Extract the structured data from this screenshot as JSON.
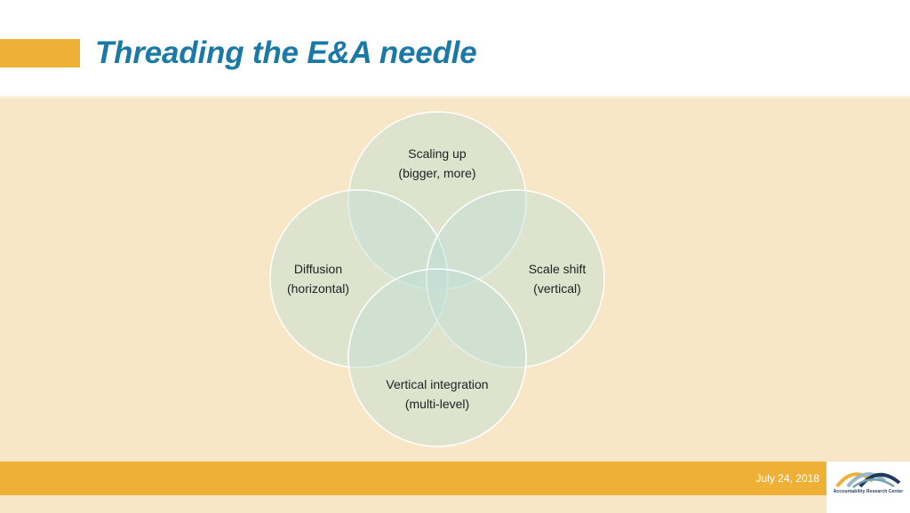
{
  "slide": {
    "title": "Threading the E&A needle"
  },
  "diagram": {
    "circles": [
      {
        "id": "top",
        "line1": "Scaling up",
        "line2": "(bigger, more)"
      },
      {
        "id": "left",
        "line1": "Diffusion",
        "line2": "(horizontal)"
      },
      {
        "id": "right",
        "line1": "Scale shift",
        "line2": "(vertical)"
      },
      {
        "id": "bottom",
        "line1": "Vertical integration",
        "line2": "(multi-level)"
      }
    ]
  },
  "footer": {
    "date": "July  24, 2018",
    "logo_text": "Accountability Research Center",
    "logo_icon": "arc-logo-icon"
  },
  "colors": {
    "accent": "#EFB036",
    "title": "#1B79A6",
    "panel": "#F7E7C6",
    "circle_fill": "#BEDDD6"
  }
}
